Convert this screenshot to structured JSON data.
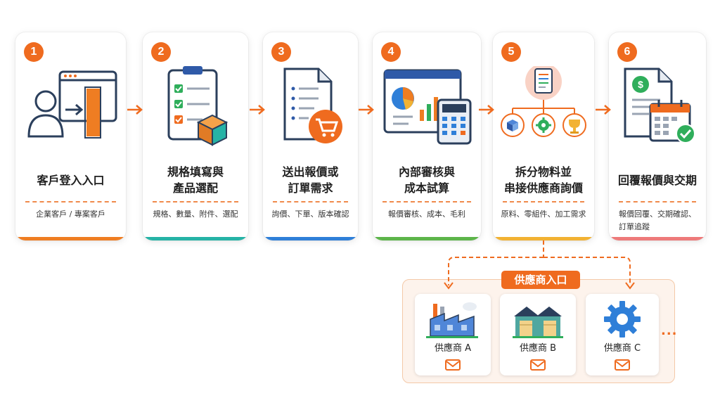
{
  "steps": [
    {
      "number": "1",
      "title": "客戶登入入口",
      "desc": "企業客戶 / 專案客戶",
      "color": "#ef7d22",
      "icon": "user-login-icon"
    },
    {
      "number": "2",
      "title": "規格填寫與\n產品選配",
      "desc": "規格、數量、附件、選配",
      "color": "#26b3a6",
      "icon": "checklist-clipboard-icon"
    },
    {
      "number": "3",
      "title": "送出報價或\n訂單需求",
      "desc": "詢價、下單、版本確認",
      "color": "#2f7fd8",
      "icon": "document-cart-icon"
    },
    {
      "number": "4",
      "title": "內部審核與\n成本試算",
      "desc": "報價審核、成本、毛利",
      "color": "#5db54a",
      "icon": "dashboard-calculator-icon"
    },
    {
      "number": "5",
      "title": "拆分物料並\n串接供應商詢價",
      "desc": "原料、零組件、加工需求",
      "color": "#f2b233",
      "icon": "material-split-icon"
    },
    {
      "number": "6",
      "title": "回覆報價與交期",
      "desc": "報價回覆、交期確認、\n訂單追蹤",
      "color": "#ee7a7a",
      "icon": "quote-calendar-icon"
    }
  ],
  "supplier_portal": {
    "label": "供應商入口",
    "suppliers": [
      {
        "name": "供應商 A",
        "icon": "factory-icon"
      },
      {
        "name": "供應商 B",
        "icon": "warehouse-icon"
      },
      {
        "name": "供應商 C",
        "icon": "gear-icon"
      }
    ],
    "more": "..."
  },
  "colors": {
    "accent": "#ef6b1f",
    "panel_bg": "#fdf3ec"
  }
}
